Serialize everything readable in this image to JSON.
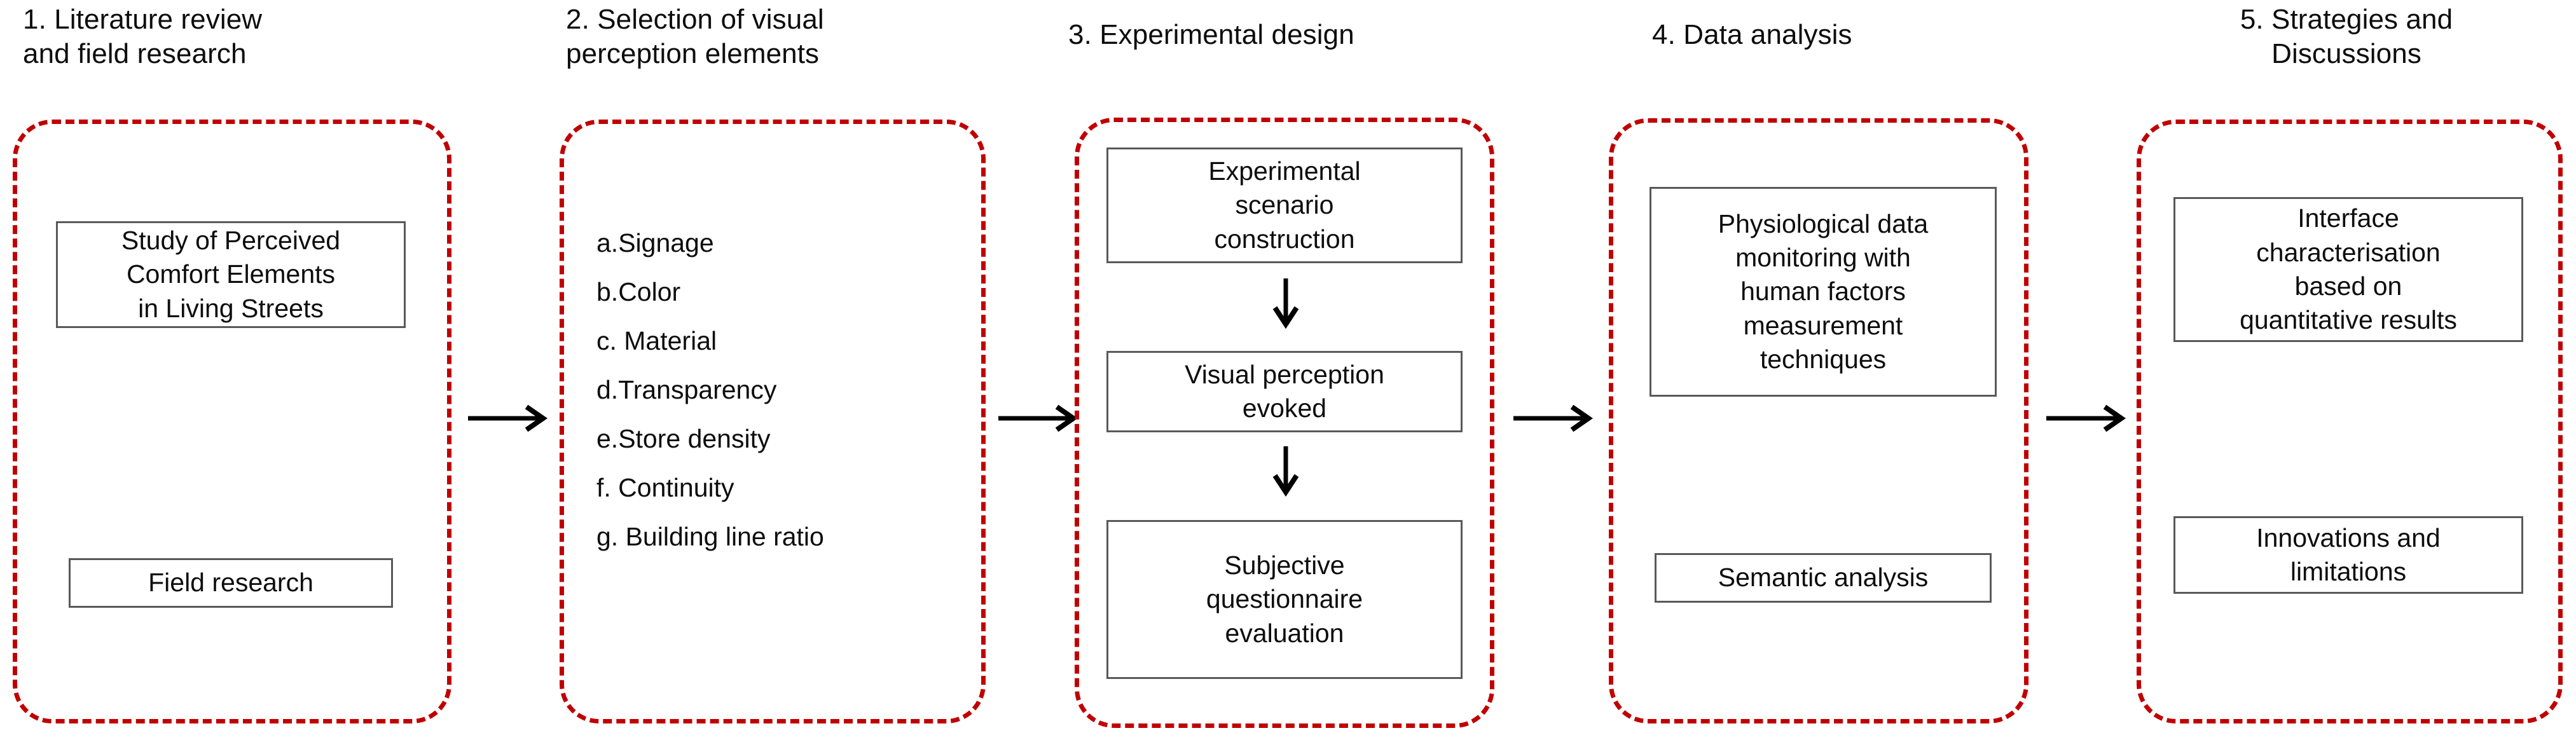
{
  "diagram": {
    "type": "flowchart",
    "orientation": "horizontal",
    "accent_color": "#C00000",
    "box_border_color": "#595959",
    "text_color": "#0D0D0D",
    "background": "#FFFFFF",
    "stage_count": 5,
    "connector_count": 4
  },
  "stages": [
    {
      "number": "1.",
      "title": "1.  Literature review\nand field research",
      "boxes": [
        {
          "label": "Study of Perceived\nComfort Elements\nin Living Streets"
        },
        {
          "label": "Field research"
        }
      ]
    },
    {
      "number": "2.",
      "title": "2. Selection of visual\nperception elements",
      "items": [
        "a.Signage",
        "b.Color",
        "c. Material",
        "d.Transparency",
        "e.Store density",
        "f. Continuity",
        "g. Building line ratio"
      ]
    },
    {
      "number": "3.",
      "title": "3. Experimental design",
      "boxes": [
        {
          "label": "Experimental\nscenario\nconstruction"
        },
        {
          "label": "Visual perception\nevoked"
        },
        {
          "label": "Subjective\nquestionnaire\nevaluation"
        }
      ]
    },
    {
      "number": "4.",
      "title": "4. Data analysis",
      "boxes": [
        {
          "label": "Physiological data\nmonitoring with\nhuman factors\nmeasurement\ntechniques"
        },
        {
          "label": "Semantic analysis"
        }
      ]
    },
    {
      "number": "5.",
      "title": "5. Strategies and\nDiscussions",
      "boxes": [
        {
          "label": "Interface\ncharacterisation\nbased on\nquantitative results"
        },
        {
          "label": "Innovations and\nlimitations"
        }
      ]
    }
  ],
  "connectors": {
    "between_stages_icon": "arrow-right-icon",
    "within_stage_icon": "arrow-down-icon"
  }
}
